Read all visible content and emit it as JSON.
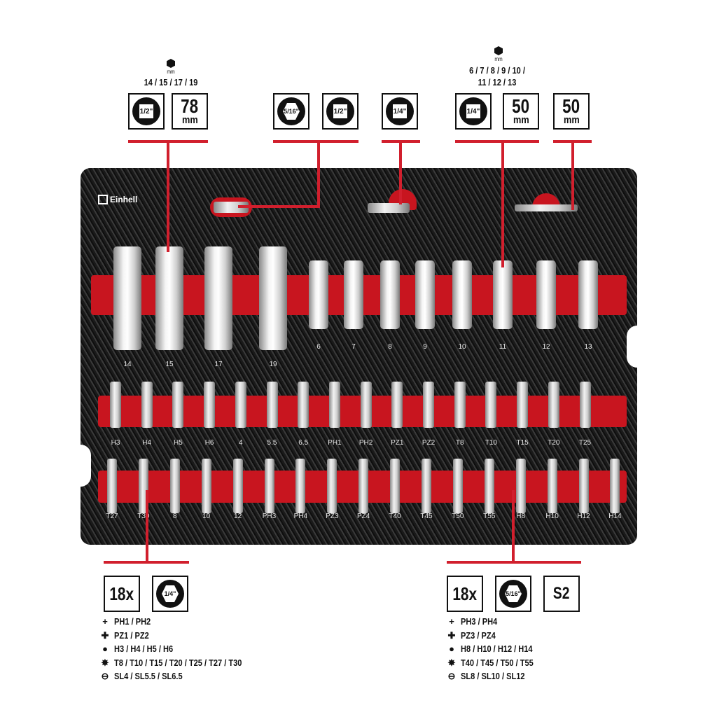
{
  "brand": "Einhell",
  "top": {
    "group1": {
      "hex_icon": "hex-socket-icon",
      "mm": "mm",
      "sizes": "14 / 15 / 17 / 19",
      "drive": "1/2\"",
      "length_value": "78",
      "length_unit": "mm"
    },
    "group2": {
      "adapter_from": "5/16\"",
      "adapter_to": "1/2\""
    },
    "group3": {
      "drive": "1/4\""
    },
    "group4": {
      "mm": "mm",
      "sizes_line1": "6 / 7 / 8 / 9 / 10 /",
      "sizes_line2": "11 / 12 / 13",
      "drive": "1/4\"",
      "length_value": "50",
      "length_unit": "mm"
    },
    "group5": {
      "length_value": "50",
      "length_unit": "mm"
    }
  },
  "tray": {
    "socket_labels": [
      "14",
      "15",
      "17",
      "19",
      "6",
      "7",
      "8",
      "9",
      "10",
      "11",
      "12",
      "13"
    ],
    "bit_row1_labels": [
      "H3",
      "H4",
      "H5",
      "H6",
      "4",
      "5.5",
      "6.5",
      "PH1",
      "PH2",
      "PZ1",
      "PZ2",
      "T8",
      "T10",
      "T15",
      "T20",
      "T25"
    ],
    "bit_row2_labels": [
      "T27",
      "T30",
      "8",
      "10",
      "12",
      "PH3",
      "PH4",
      "PZ3",
      "PZ4",
      "T40",
      "T45",
      "T50",
      "T55",
      "H8",
      "H10",
      "H12",
      "H14"
    ]
  },
  "bottom_left": {
    "count": "18x",
    "drive": "1/4\"",
    "items": [
      {
        "icon": "phillips-icon",
        "text": "PH1 / PH2"
      },
      {
        "icon": "pozidriv-icon",
        "text": "PZ1 / PZ2"
      },
      {
        "icon": "hex-icon",
        "text": "H3 / H4 / H5 / H6"
      },
      {
        "icon": "torx-icon",
        "text": "T8 / T10 / T15 / T20 / T25 / T27 / T30"
      },
      {
        "icon": "slotted-icon",
        "text": "SL4 / SL5.5 / SL6.5"
      }
    ]
  },
  "bottom_right": {
    "count": "18x",
    "drive": "5/16\"",
    "material": "S2",
    "items": [
      {
        "icon": "phillips-icon",
        "text": "PH3 / PH4"
      },
      {
        "icon": "pozidriv-icon",
        "text": "PZ3 / PZ4"
      },
      {
        "icon": "hex-icon",
        "text": "H8 / H10 / H12 / H14"
      },
      {
        "icon": "torx-icon",
        "text": "T40 / T45 / T50 / T55"
      },
      {
        "icon": "slotted-icon",
        "text": "SL8 / SL10 / SL12"
      }
    ]
  },
  "colors": {
    "accent": "#d11f2d",
    "foam_red": "#c8151f"
  }
}
